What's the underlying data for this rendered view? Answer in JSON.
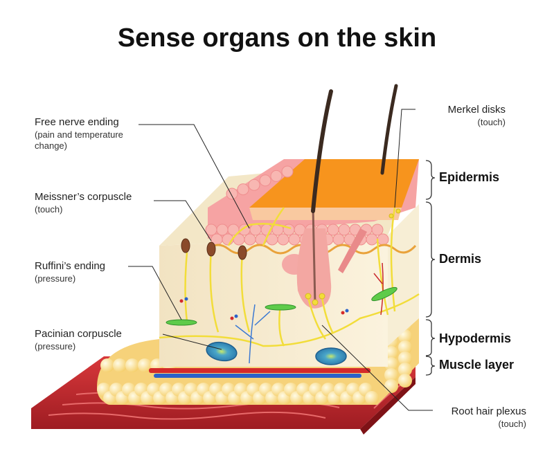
{
  "title": "Sense organs on the skin",
  "labels": {
    "free_nerve": {
      "name": "Free nerve ending",
      "desc": "(pain and temperature change)",
      "desc_line1": "(pain and temperature",
      "desc_line2": "change)"
    },
    "meissner": {
      "name": "Meissner’s corpuscle",
      "desc": "(touch)"
    },
    "ruffini": {
      "name": "Ruffini’s ending",
      "desc": "(pressure)"
    },
    "pacinian": {
      "name": "Pacinian corpuscle",
      "desc": "(pressure)"
    },
    "merkel": {
      "name": "Merkel disks",
      "desc": "(touch)"
    },
    "root_hair": {
      "name": "Root hair plexus",
      "desc": "(touch)"
    }
  },
  "layers": [
    "Epidermis",
    "Dermis",
    "Hypodermis",
    "Muscle layer"
  ],
  "colors": {
    "epidermis_top": "#f7941d",
    "epidermis_cells": "#f6a3a3",
    "dermis": "#f6ebcf",
    "fat": "#fde6a0",
    "muscle": "#c0272d",
    "nerve": "#f4e04d",
    "hair": "#3b2a20"
  }
}
